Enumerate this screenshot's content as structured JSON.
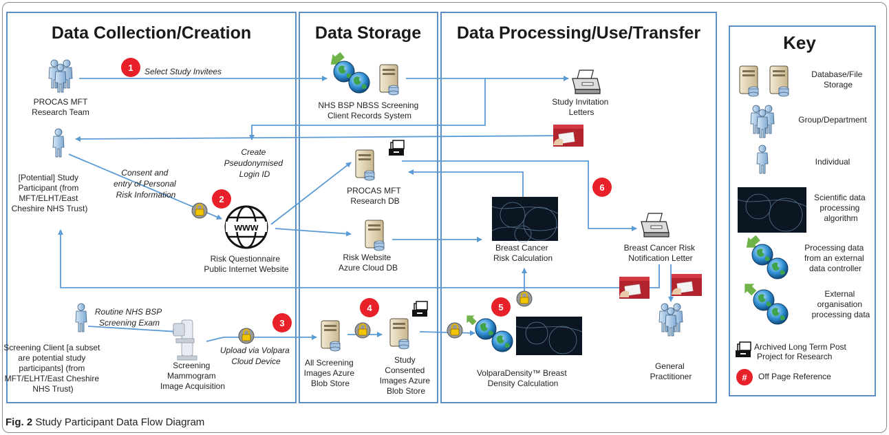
{
  "sections": {
    "collection": "Data Collection/Creation",
    "storage": "Data Storage",
    "processing": "Data Processing/Use/Transfer",
    "key": "Key"
  },
  "nodes": {
    "procas_team": [
      "PROCAS MFT",
      "Research Team"
    ],
    "participant": [
      "[Potential] Study",
      "Participant (from",
      "MFT/ELHT/East",
      "Cheshire NHS Trust)"
    ],
    "website": [
      "Risk Questionnaire",
      "Public Internet Website"
    ],
    "screening_client": [
      "Screening Client [a subset",
      "are potential study",
      "participants] (from",
      "MFT/ELHT/East Cheshire",
      "NHS Trust)"
    ],
    "mammogram": [
      "Screening",
      "Mammogram",
      "Image Acquisition"
    ],
    "nbss": [
      "NHS BSP NBSS Screening",
      "Client Records System"
    ],
    "procas_db": [
      "PROCAS MFT",
      "Research DB"
    ],
    "risk_db": [
      "Risk Website",
      "Azure Cloud DB"
    ],
    "all_images": [
      "All Screening",
      "Images Azure",
      "Blob Store"
    ],
    "consented_images": [
      "Study",
      "Consented",
      "Images Azure",
      "Blob Store"
    ],
    "invitation_letters": [
      "Study Invitation",
      "Letters"
    ],
    "risk_calc": [
      "Breast Cancer",
      "Risk Calculation"
    ],
    "notification_letter": [
      "Breast Cancer Risk",
      "Notification Letter"
    ],
    "volpara": [
      "VolparaDensity™ Breast",
      "Density Calculation"
    ],
    "gp": [
      "General",
      "Practitioner"
    ]
  },
  "flow_labels": {
    "select_invitees": "Select Study Invitees",
    "pseudonymised": [
      "Create",
      "Pseudonymised",
      "Login ID"
    ],
    "consent": [
      "Consent and",
      "entry of Personal",
      "Risk Information"
    ],
    "routine_exam": [
      "Routine NHS BSP",
      "Screening Exam"
    ],
    "upload": [
      "Upload via Volpara",
      "Cloud Device"
    ]
  },
  "references": [
    "1",
    "2",
    "3",
    "4",
    "5",
    "6"
  ],
  "key_items": {
    "database": [
      "Database/File",
      "Storage"
    ],
    "group": [
      "Group/Department"
    ],
    "individual": [
      "Individual"
    ],
    "algorithm": [
      "Scientific data",
      "processing",
      "algorithm"
    ],
    "external_controller": [
      "Processing data",
      "from an external",
      "data controller"
    ],
    "external_org": [
      "External",
      "organisation",
      "processing data"
    ],
    "archived": [
      "Archived Long Term Post",
      "Project for Research"
    ],
    "offpage": [
      "Off Page Reference"
    ],
    "offpage_symbol": "#"
  },
  "caption": {
    "label": "Fig. 2",
    "text": "Study Participant Data Flow Diagram"
  },
  "colors": {
    "panel_border": "#5b8fc4",
    "arrow": "#5b9bd5",
    "reference_badge": "#e8202a",
    "person": "#a7c6e3"
  }
}
